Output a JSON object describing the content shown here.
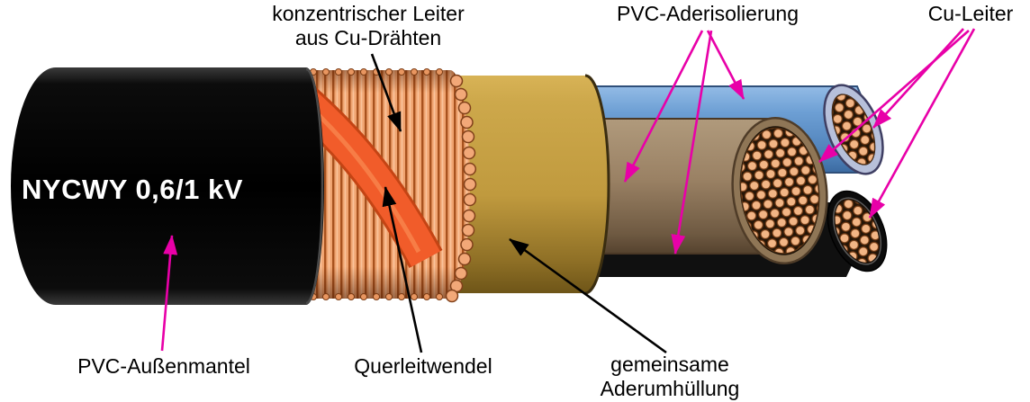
{
  "diagram": {
    "type": "cable-cutaway",
    "cable_marking": "NYCWY 0,6/1 kV",
    "labels": {
      "concentric_conductor_line1": "konzentrischer Leiter",
      "concentric_conductor_line2": "aus Cu-Drähten",
      "pvc_core_insulation": "PVC-Aderisolierung",
      "cu_conductor": "Cu-Leiter",
      "pvc_outer_sheath": "PVC-Außenmantel",
      "transverse_conductive_helix": "Querleitwendel",
      "common_core_covering_line1": "gemeinsame",
      "common_core_covering_line2": "Aderumhüllung"
    },
    "parts": [
      {
        "name": "PVC-Außenmantel",
        "color": "#0c0c0c"
      },
      {
        "name": "konzentrischer Leiter aus Cu-Drähten",
        "color": "#f0a470"
      },
      {
        "name": "Querleitwendel",
        "color": "#f15c2a"
      },
      {
        "name": "gemeinsame Aderumhüllung",
        "color": "#c6a045"
      },
      {
        "name": "PVC-Aderisolierung",
        "core_colors": [
          "#6d9fd4",
          "#9a8164",
          "#141414"
        ]
      },
      {
        "name": "Cu-Leiter",
        "color": "#f2b585"
      }
    ],
    "colors": {
      "arrow_magenta": "#e800a8",
      "arrow_black": "#000000",
      "outer_sheath": "#0c0c0c",
      "copper_light": "#f0a470",
      "copper_dark": "#a8521e",
      "helix_orange": "#f15c2a",
      "covering_yellow": "#c6a045",
      "core_blue": "#6d9fd4",
      "core_brown": "#9a8164",
      "core_black": "#141414",
      "strand_fill": "#f2b585",
      "background": "#ffffff",
      "marking_text": "#ffffff"
    }
  }
}
